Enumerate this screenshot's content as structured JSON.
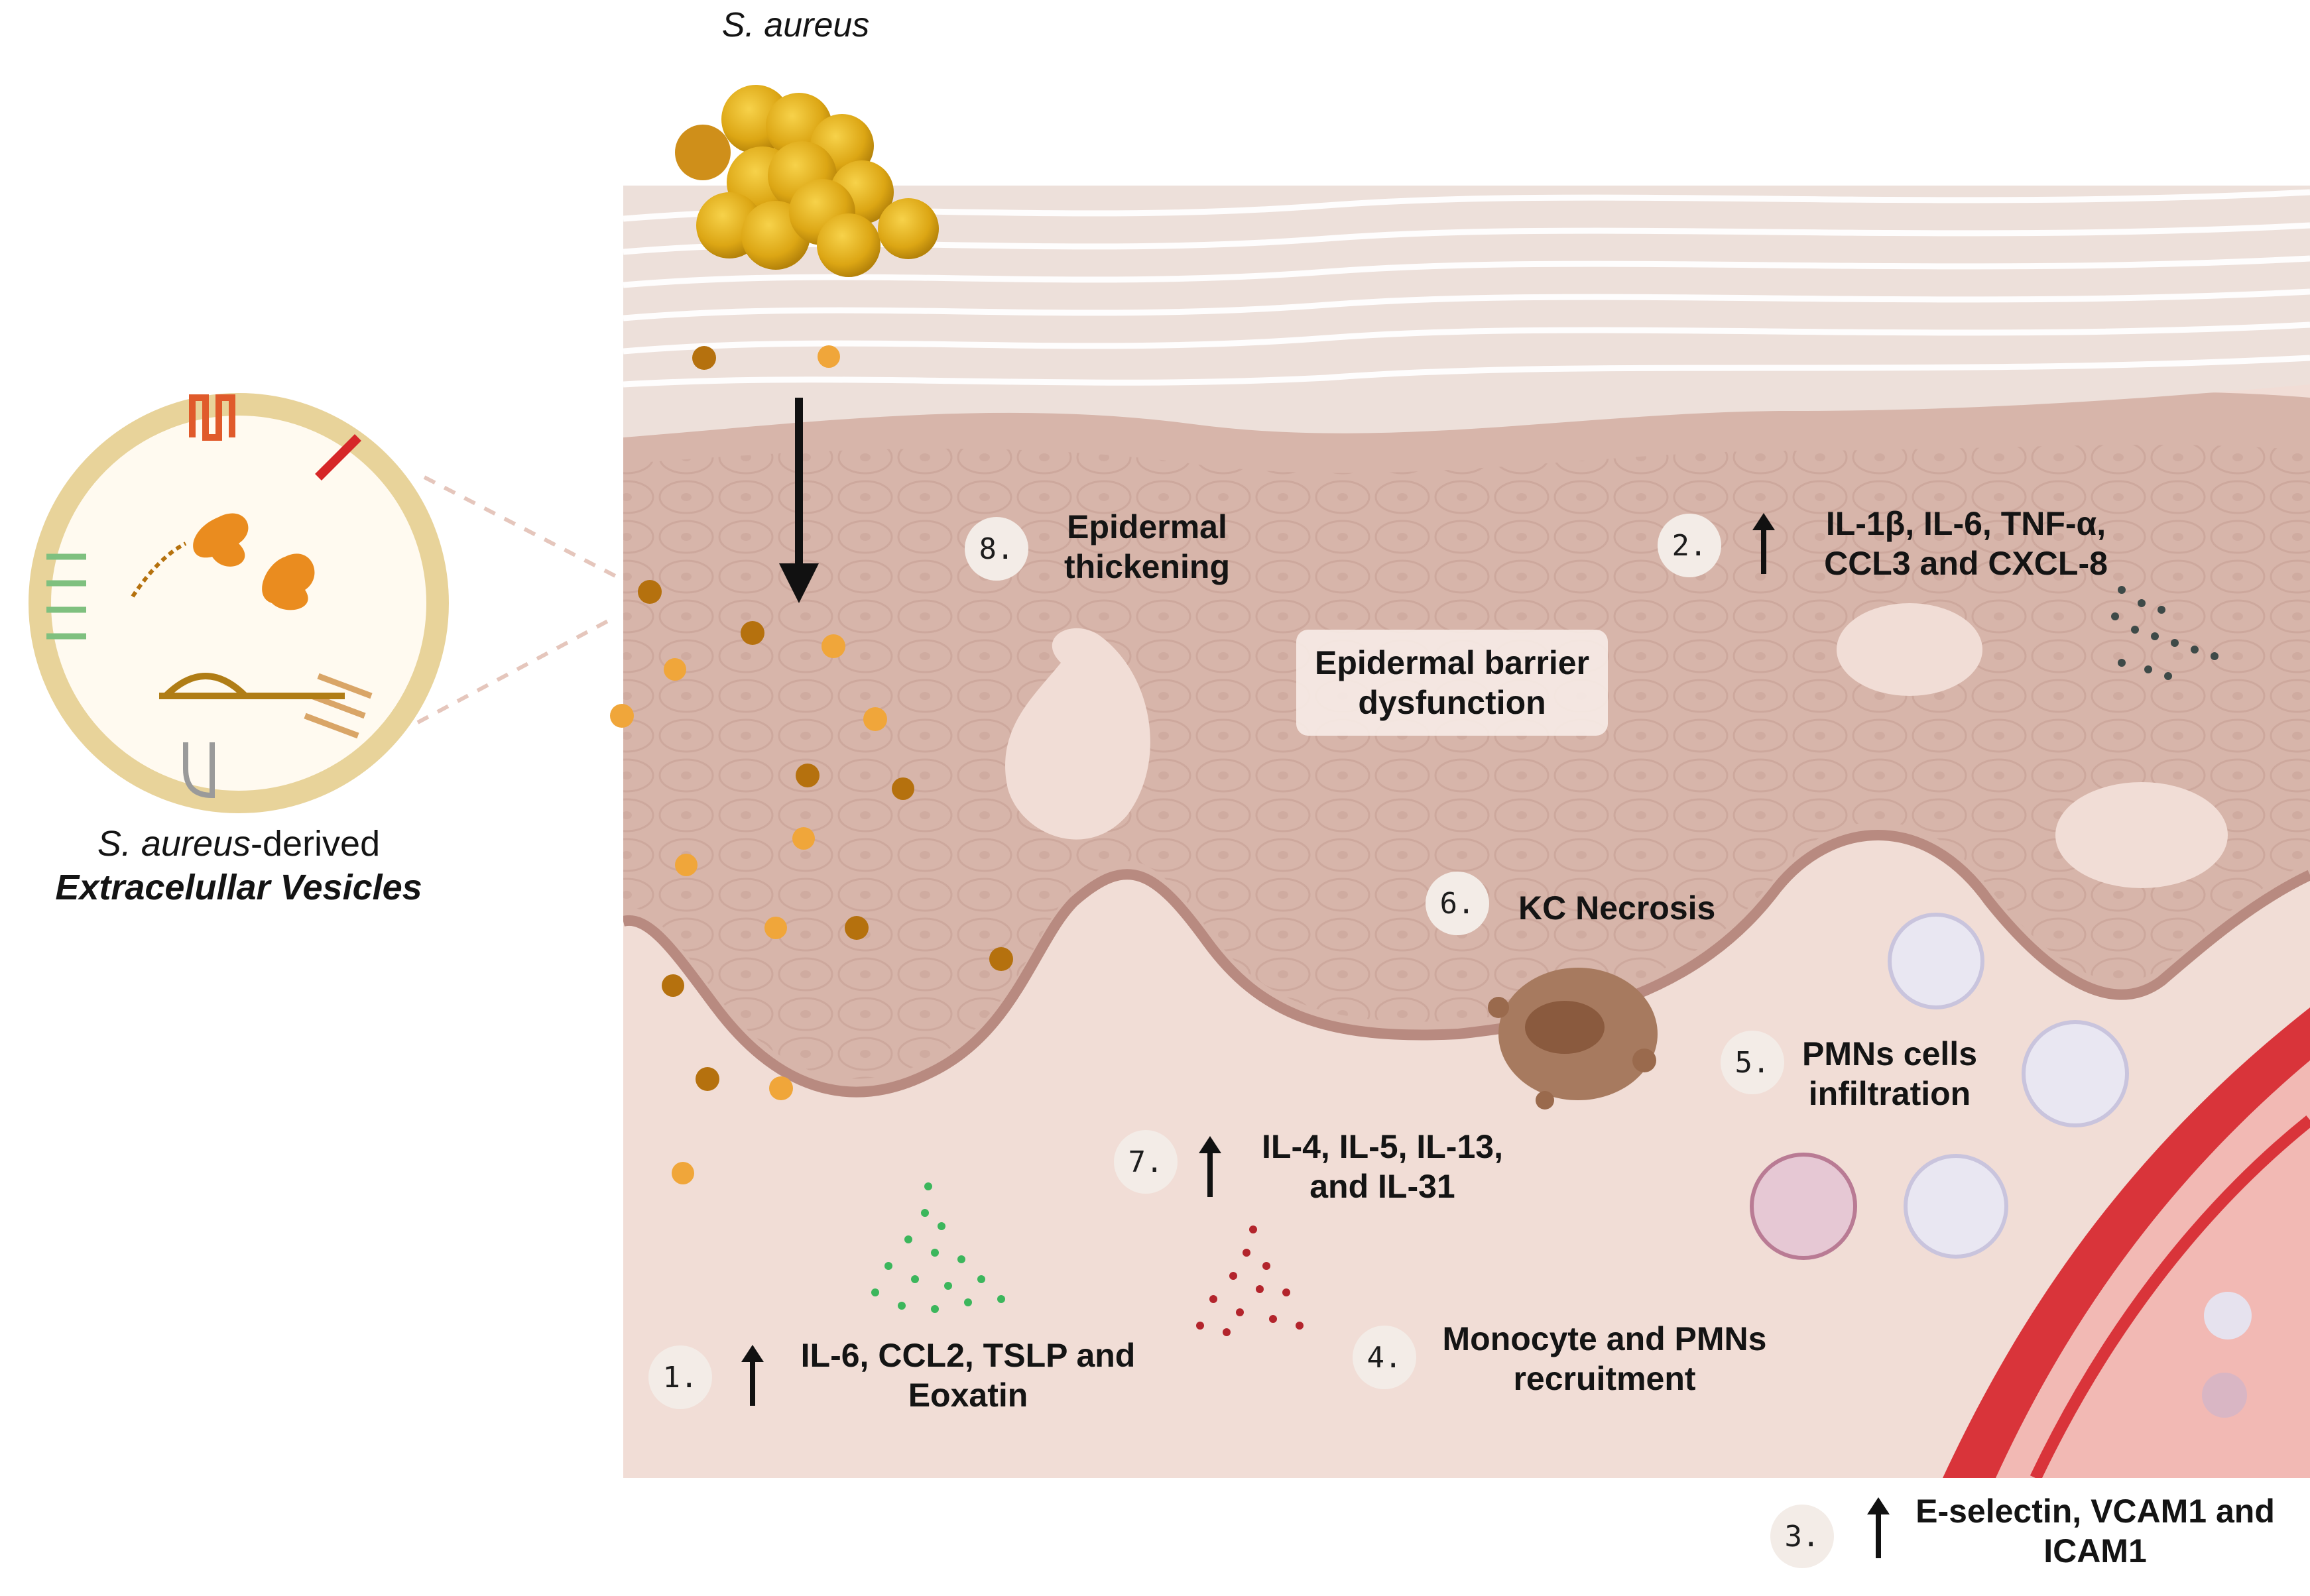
{
  "title": "S. aureus",
  "vesicle": {
    "label_italic": "S. aureus",
    "label_suffix": "-derived",
    "label_bold": "Extracelullar Vesicles"
  },
  "steps": [
    {
      "number": "1.",
      "line1": "IL-6, CCL2, TSLP and",
      "line2": "Eoxatin",
      "up_arrow": true
    },
    {
      "number": "2.",
      "line1": "IL-1β, IL-6, TNF-α,",
      "line2": "CCL3 and CXCL-8",
      "up_arrow": true
    },
    {
      "number": "3.",
      "line1": "E-selectin, VCAM1 and",
      "line2": "ICAM1",
      "up_arrow": true
    },
    {
      "number": "4.",
      "line1": "Monocyte and PMNs",
      "line2": "recruitment",
      "up_arrow": false
    },
    {
      "number": "5.",
      "line1": "PMNs cells",
      "line2": "infiltration",
      "up_arrow": false
    },
    {
      "number": "6.",
      "line1": "KC Necrosis",
      "line2": "",
      "up_arrow": false
    },
    {
      "number": "7.",
      "line1": "IL-4, IL-5, IL-13,",
      "line2": "and IL-31",
      "up_arrow": true
    },
    {
      "number": "8.",
      "line1": "Epidermal",
      "line2": "thickening",
      "up_arrow": false
    }
  ],
  "barrier_box": {
    "line1": "Epidermal barrier",
    "line2": "dysfunction"
  },
  "colors": {
    "skin_dermis": "#f1ddd6",
    "epidermis": "#d7b5aa",
    "stratum_corneum": "#e9d6cf",
    "basement": "#b88a80",
    "bacteria": "#e6b422",
    "vesicle_dark": "#b5710e",
    "vesicle_light": "#f0a63a",
    "vessel": "#d9343a"
  }
}
